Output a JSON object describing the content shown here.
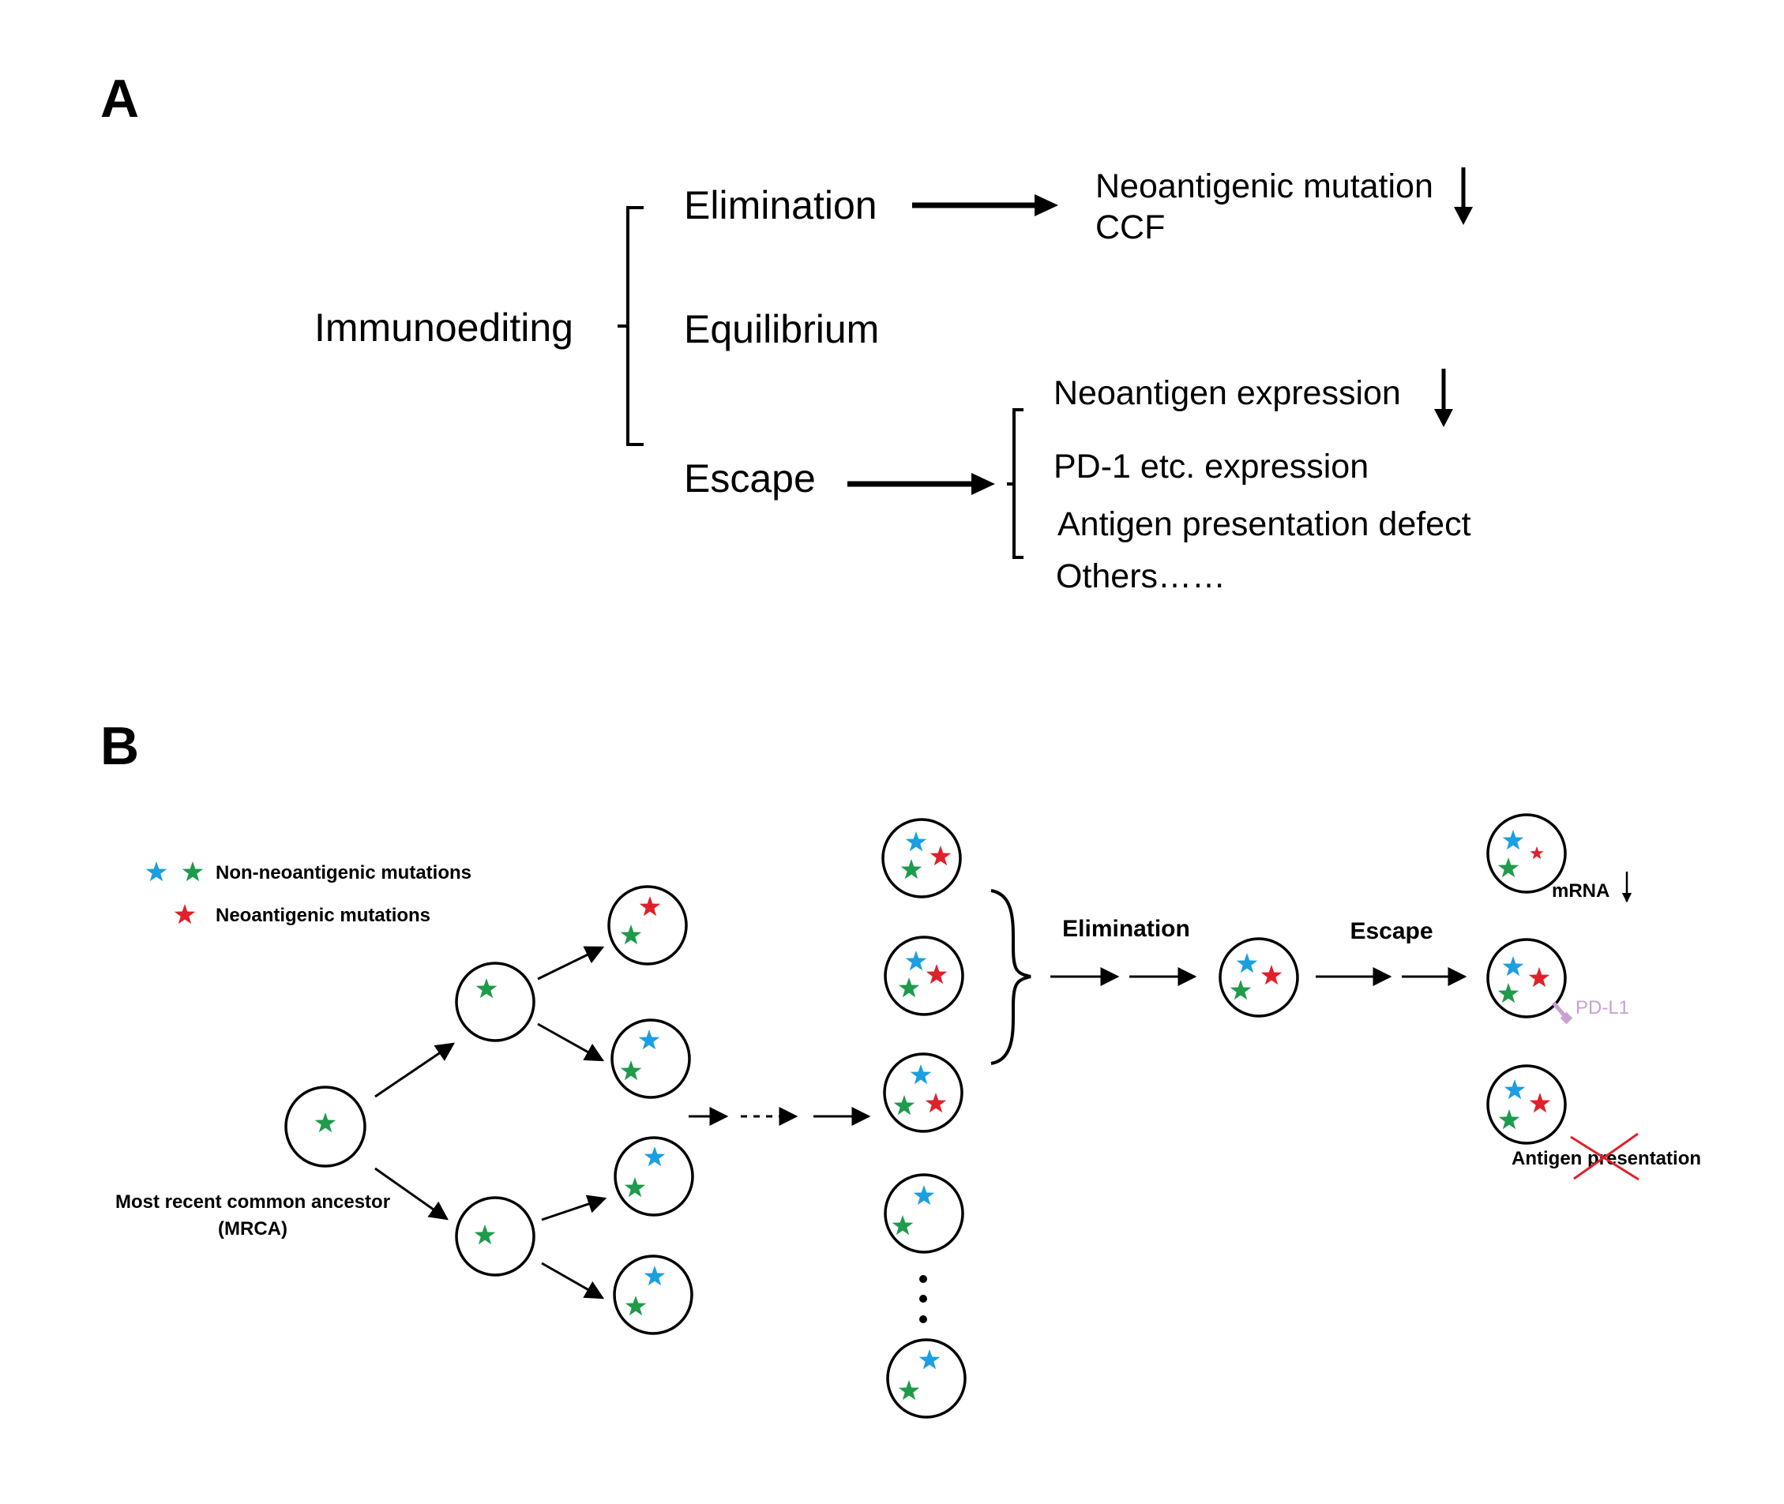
{
  "panel_a": {
    "label": "A",
    "root": "Immunoediting",
    "stage_elimination": "Elimination",
    "stage_equilibrium": "Equilibrium",
    "stage_escape": "Escape",
    "elimination_line1": "Neoantigenic mutation",
    "elimination_line2": "CCF",
    "escape_item1": "Neoantigen expression",
    "escape_item2": "PD-1 etc. expression",
    "escape_item3": "Antigen presentation defect",
    "escape_item4": "Others……"
  },
  "panel_b": {
    "label": "B",
    "legend_non_neo": "Non-neoantigenic mutations",
    "legend_neo": "Neoantigenic mutations",
    "mrca_line1": "Most recent common ancestor",
    "mrca_line2": "(MRCA)",
    "stage_elimination": "Elimination",
    "stage_escape": "Escape",
    "mrna_label": "mRNA",
    "pdl1_label": "PD-L1",
    "antigen_label": "Antigen presentation"
  },
  "colors": {
    "blue_mutation": "#1a9fe0",
    "green_mutation": "#1e9b4b",
    "red_mutation": "#e0202a",
    "pdl1": "#c9a0d4"
  }
}
